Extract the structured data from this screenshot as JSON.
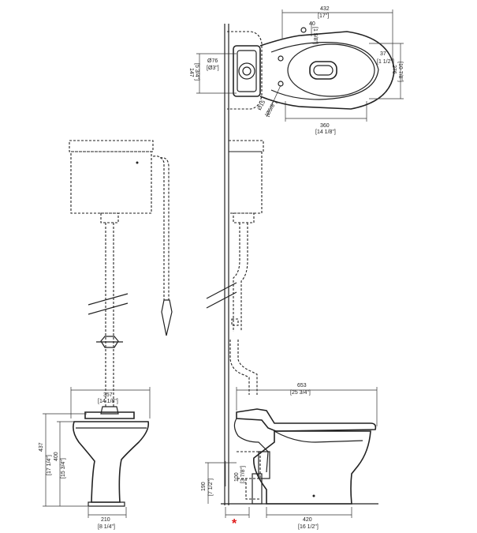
{
  "top_view": {
    "width": "432",
    "width_in": "[17\"]",
    "rim_offset": "40",
    "rim_offset_in": "[1 5/8\"]",
    "seat_offset": "37",
    "seat_offset_in": "[1 1/2\"]",
    "depth": "276",
    "depth_in": "[10 7/8\"]",
    "pan_length": "360",
    "pan_length_in": "[14 1/8\"]",
    "inlet_dia": "Ø76",
    "inlet_dia_in": "[Ø3\"]",
    "inlet_height": "147",
    "inlet_height_in": "[5 3/4\"]",
    "fix_hole": "Ø15",
    "fix_hole_in": "[Ø5/8\"]"
  },
  "front_view": {
    "pan_width": "357",
    "pan_width_in": "[14 1/8\"]",
    "height_total": "437",
    "height_total_in": "[17 1/4\"]",
    "height_rim": "400",
    "height_rim_in": "[15 3/4\"]",
    "base_width": "210",
    "base_width_in": "[8 1/4\"]"
  },
  "side_view": {
    "overall_length": "653",
    "overall_length_in": "[25 3/4\"]",
    "outlet_height": "190",
    "outlet_height_in": "[7 1/2\"]",
    "outlet_dia": "100",
    "outlet_dia_in": "[3 7/8\"]",
    "base_length": "420",
    "base_length_in": "[16 1/2\"]",
    "asterisk": "*"
  },
  "colors": {
    "line": "#222222",
    "asterisk": "#e01818"
  }
}
